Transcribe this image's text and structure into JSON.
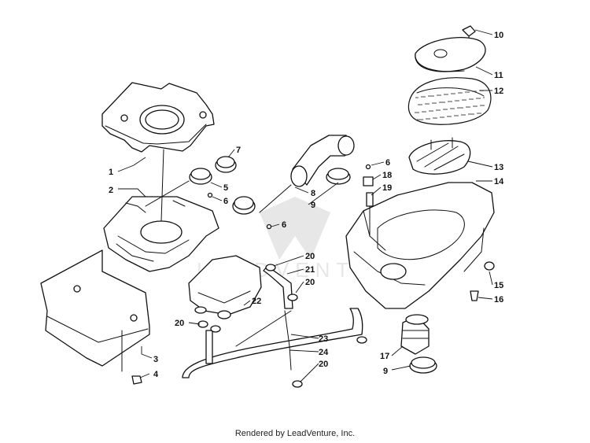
{
  "footer": {
    "text": "Rendered by LeadVenture, Inc."
  },
  "watermark": {
    "text": "LEADVENTURE"
  },
  "callouts": {
    "c1": "1",
    "c2": "2",
    "c3": "3",
    "c4": "4",
    "c5": "5",
    "c6a": "6",
    "c6b": "6",
    "c6c": "6",
    "c7": "7",
    "c8": "8",
    "c9a": "9",
    "c9b": "9",
    "c10": "10",
    "c11": "11",
    "c12": "12",
    "c13": "13",
    "c14": "14",
    "c15": "15",
    "c16": "16",
    "c17": "17",
    "c18": "18",
    "c19": "19",
    "c20a": "20",
    "c20b": "20",
    "c20c": "20",
    "c20d": "20",
    "c21": "21",
    "c22": "22",
    "c23": "23",
    "c24": "24"
  }
}
